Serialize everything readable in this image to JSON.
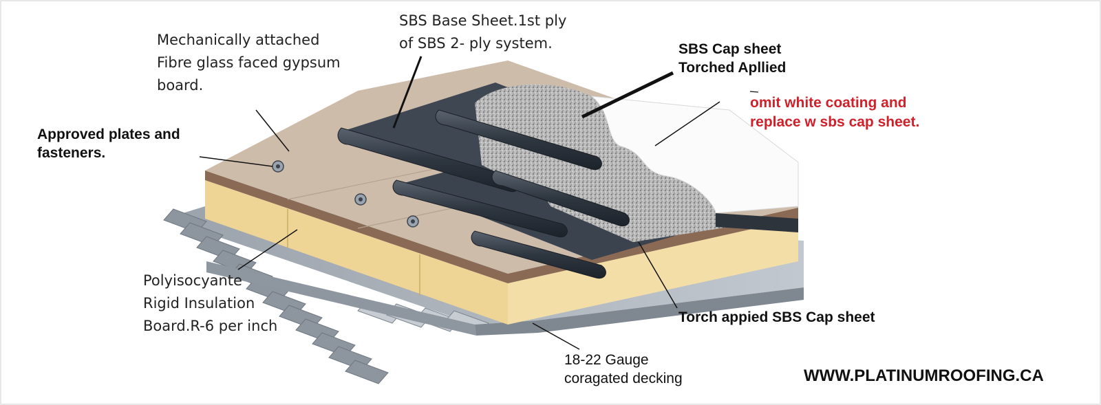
{
  "labels": {
    "gypsum": [
      "Mechanically attached",
      "Fibre glass faced gypsum",
      "board."
    ],
    "base_sheet": [
      "SBS Base Sheet.1st ply",
      "of SBS 2- ply system."
    ],
    "cap_sheet": [
      "SBS Cap sheet",
      "Torched Apllied"
    ],
    "plates": [
      "Approved plates and",
      "fasteners."
    ],
    "omit": [
      "omit white coating and",
      "replace w sbs cap sheet."
    ],
    "insulation": [
      "Polyisocyante",
      "Rigid Insulation",
      "Board.R-6 per inch"
    ],
    "torch_cap": "Torch appied SBS Cap sheet",
    "decking": [
      "18-22 Gauge",
      "coragated decking"
    ],
    "website": "WWW.PLATINUMROOFING.CA"
  },
  "colors": {
    "note_red": "#d0202a",
    "gypsum_top": "#cbb9a6",
    "cap_sheet": "#3b4450",
    "insulation": "#efd79c",
    "deck": "#a9b0b9",
    "granules": "#b2b2b2"
  }
}
